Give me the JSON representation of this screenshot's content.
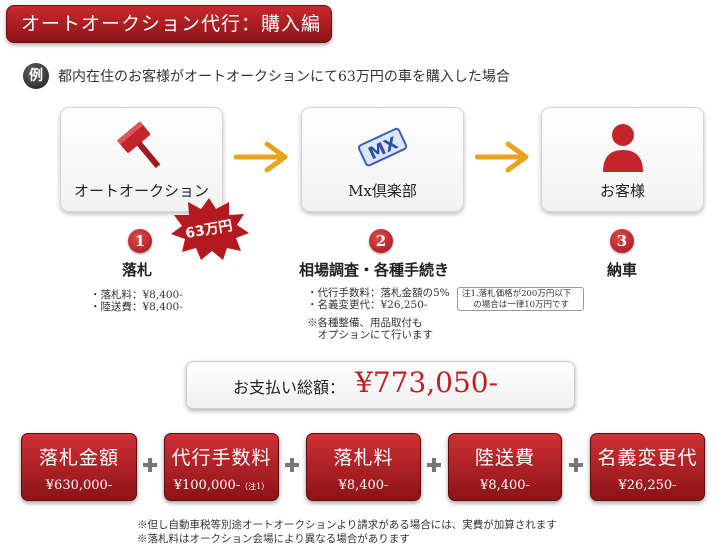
{
  "title": "オートオークション代行：購入編",
  "example": {
    "badge": "例",
    "text": "都内在住のお客様がオートオークションにて63万円の車を購入した場合"
  },
  "steps": [
    {
      "box_label": "オートオークション",
      "icon": "auction-hammer-icon",
      "number": "1",
      "title": "落札"
    },
    {
      "box_label": "Mx倶楽部",
      "icon": "mx-logo-icon",
      "number": "2",
      "title": "相場調査・各種手続き"
    },
    {
      "box_label": "お客様",
      "icon": "customer-person-icon",
      "number": "3",
      "title": "納車"
    }
  ],
  "price_burst": "63万円",
  "fees_step1": [
    "・落札料：¥8,400-",
    "・陸送費：¥8,400-"
  ],
  "fees_step2": [
    "・代行手数料：落札金額の5%",
    "・名義変更代：¥26,250-"
  ],
  "note1": [
    "注1.落札価格が200万円以下",
    "　 の場合は一律10万円です"
  ],
  "options_note": [
    "※各種整備、用品取付も",
    "　オプションにて行います"
  ],
  "total": {
    "label": "お支払い総額：",
    "value": "¥773,050-"
  },
  "breakdown": [
    {
      "label": "落札金額",
      "value": "¥630,000-",
      "note": ""
    },
    {
      "label": "代行手数料",
      "value": "¥100,000-",
      "note": "（注1）"
    },
    {
      "label": "落札料",
      "value": "¥8,400-",
      "note": ""
    },
    {
      "label": "陸送費",
      "value": "¥8,400-",
      "note": ""
    },
    {
      "label": "名義変更代",
      "value": "¥26,250-",
      "note": ""
    }
  ],
  "footer": [
    "※但し自動車税等別途オートオークションより請求がある場合には、実費が加算されます",
    "※落札料はオークション会場により異なる場合があります"
  ],
  "colors": {
    "accent": "#c41e24",
    "arrow": "#e8a321"
  }
}
